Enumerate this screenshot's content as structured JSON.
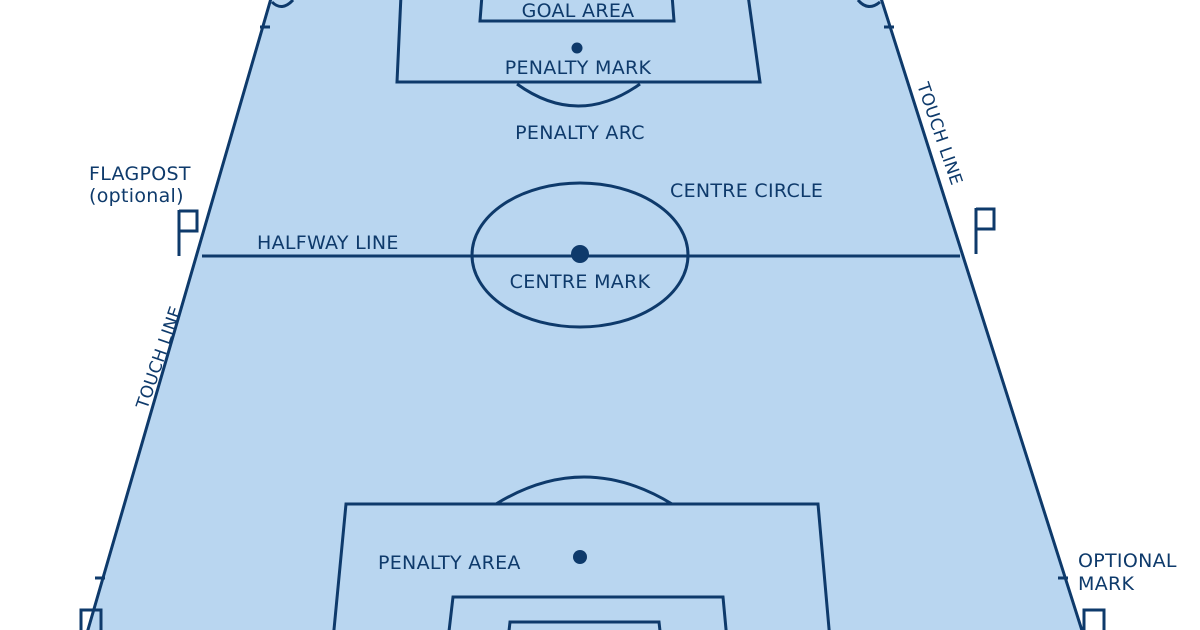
{
  "diagram": {
    "colors": {
      "pitch_fill": "#b9d6f0",
      "line": "#0e3a6b",
      "background": "#ffffff"
    },
    "labels": {
      "goal_area": "GOAL AREA",
      "penalty_mark": "PENALTY MARK",
      "penalty_arc": "PENALTY ARC",
      "centre_circle": "CENTRE CIRCLE",
      "halfway_line": "HALFWAY LINE",
      "centre_mark": "CENTRE MARK",
      "touch_line_left": "TOUCH LINE",
      "touch_line_right": "TOUCH LINE",
      "flagpost": "FLAGPOST",
      "flagpost_optional": "(optional)",
      "penalty_area": "PENALTY AREA",
      "optional_mark_line1": "OPTIONAL",
      "optional_mark_line2": "MARK"
    }
  }
}
